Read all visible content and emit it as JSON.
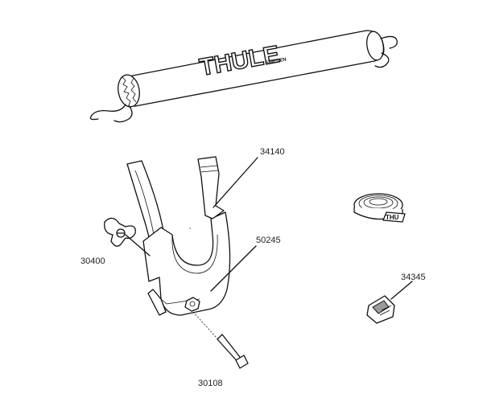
{
  "brand": {
    "logo_text": "THULE",
    "logo_subtext": "SWEDEN"
  },
  "parts": [
    {
      "id": "pad",
      "label": ""
    },
    {
      "id": "strap",
      "label": "34140"
    },
    {
      "id": "fork-holder",
      "label": "50245"
    },
    {
      "id": "wing-knob",
      "label": "30400"
    },
    {
      "id": "bolt",
      "label": "30108"
    },
    {
      "id": "strap-roll",
      "label": ""
    },
    {
      "id": "buckle",
      "label": "34345"
    }
  ],
  "strap_roll_text": "THU"
}
